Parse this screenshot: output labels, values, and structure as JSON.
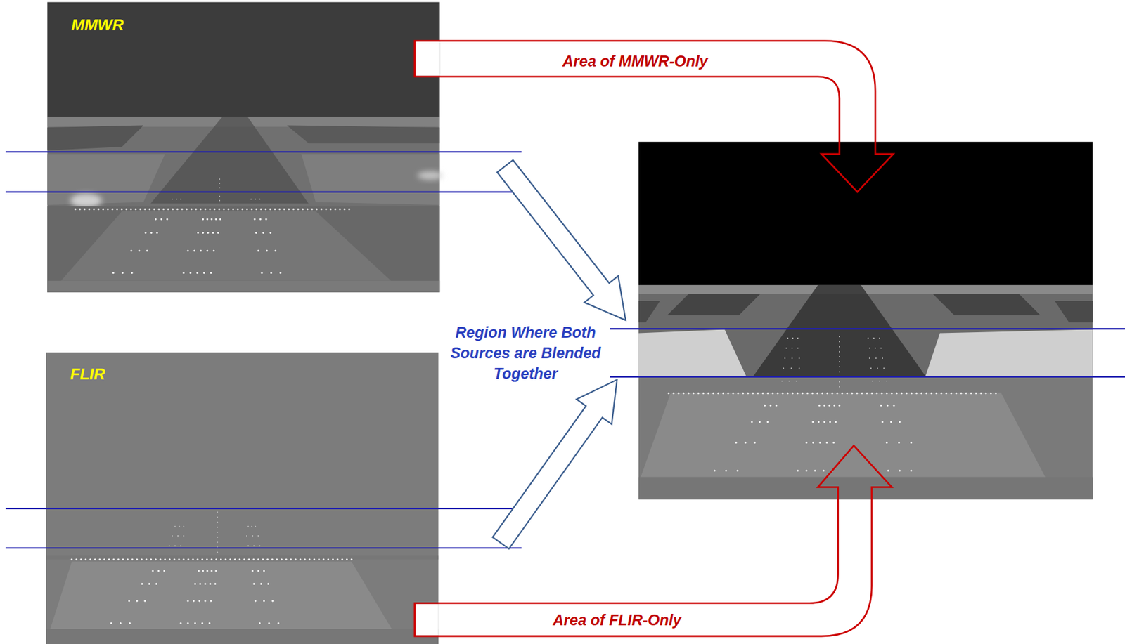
{
  "diagram": {
    "nodes": [
      {
        "text": [
          "MMWR"
        ]
      },
      {
        "text": [
          "FLIR"
        ]
      }
    ],
    "labels": [
      "Area of MMWR-Only",
      "Region Where Both Sources are Blended Together",
      "Area of FLIR-Only"
    ]
  }
}
